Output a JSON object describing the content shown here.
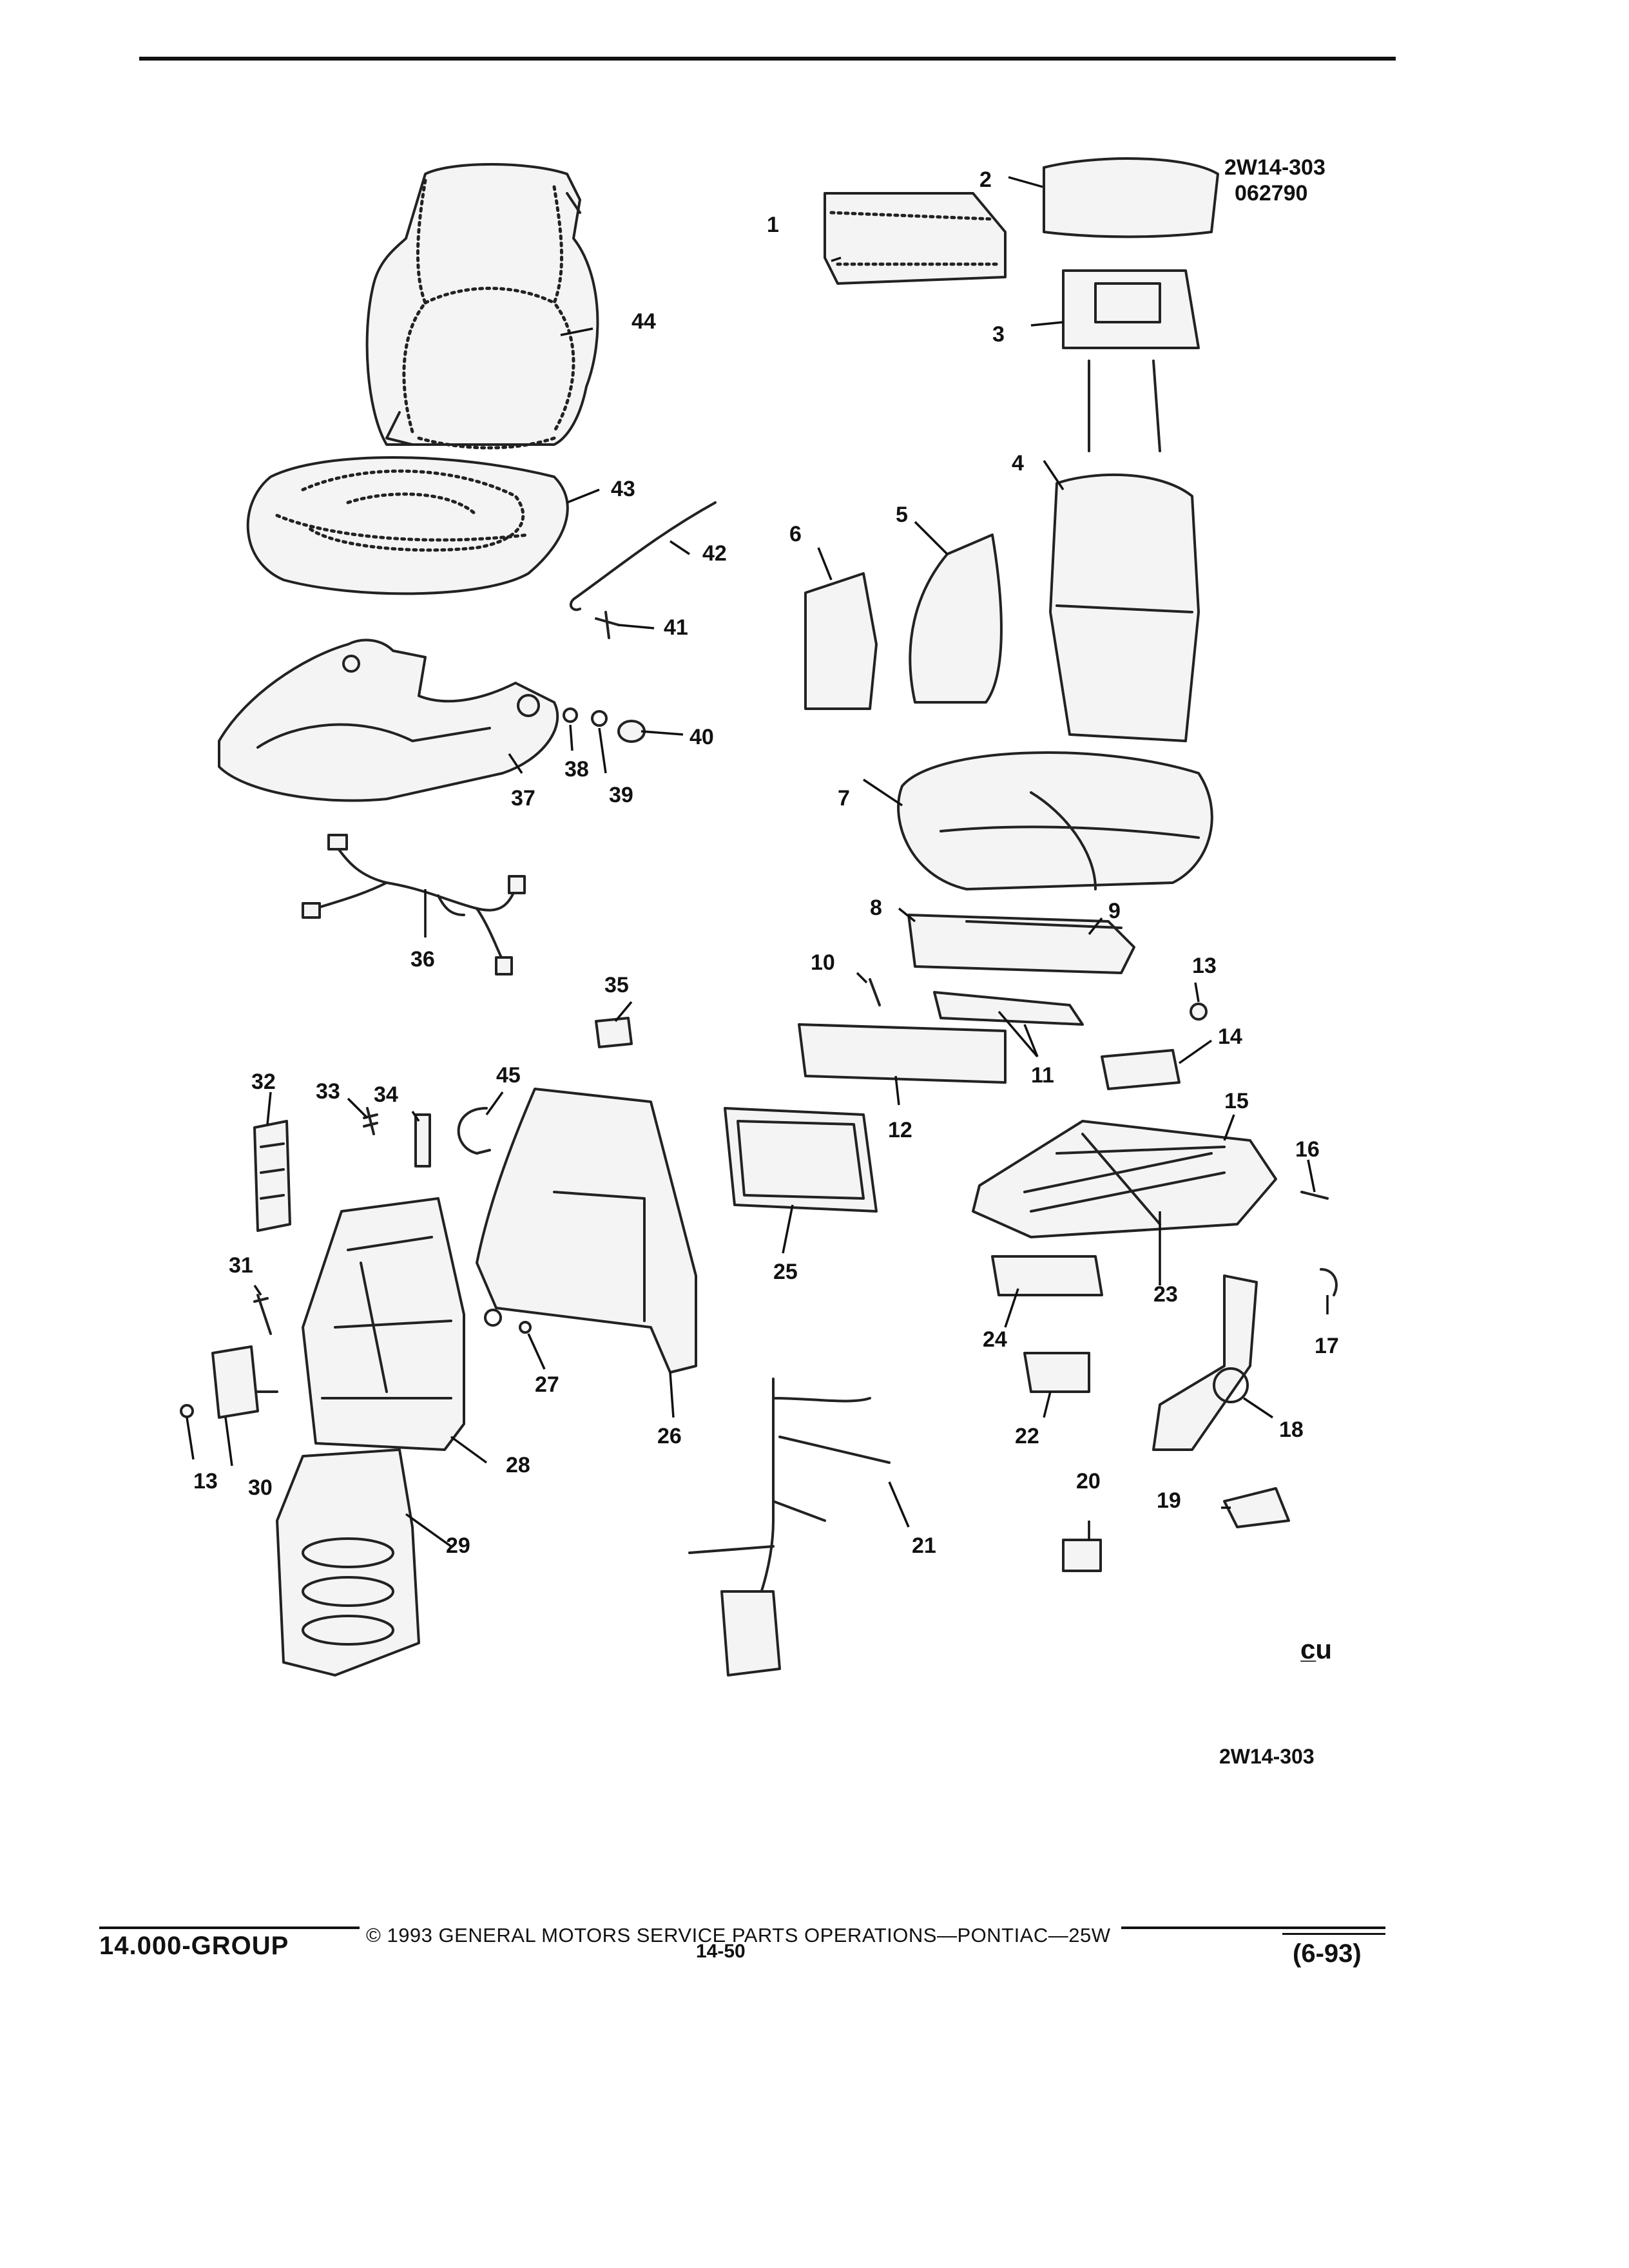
{
  "figure": {
    "code_top": "2W14-303",
    "date_code": "062790",
    "code_bottom": "2W14-303",
    "mark": "c̲u"
  },
  "callouts": [
    "1",
    "2",
    "3",
    "4",
    "5",
    "6",
    "7",
    "8",
    "9",
    "10",
    "11",
    "12",
    "13",
    "14",
    "15",
    "16",
    "17",
    "18",
    "19",
    "20",
    "21",
    "22",
    "23",
    "24",
    "25",
    "26",
    "27",
    "28",
    "29",
    "30",
    "13",
    "31",
    "32",
    "33",
    "34",
    "35",
    "36",
    "37",
    "38",
    "39",
    "40",
    "41",
    "42",
    "43",
    "44",
    "45"
  ],
  "footer": {
    "group": "14.000-GROUP",
    "copyright": "©  1993  GENERAL MOTORS SERVICE PARTS OPERATIONS—PONTIAC—25W",
    "page": "14-50",
    "date": "(6-93)"
  }
}
